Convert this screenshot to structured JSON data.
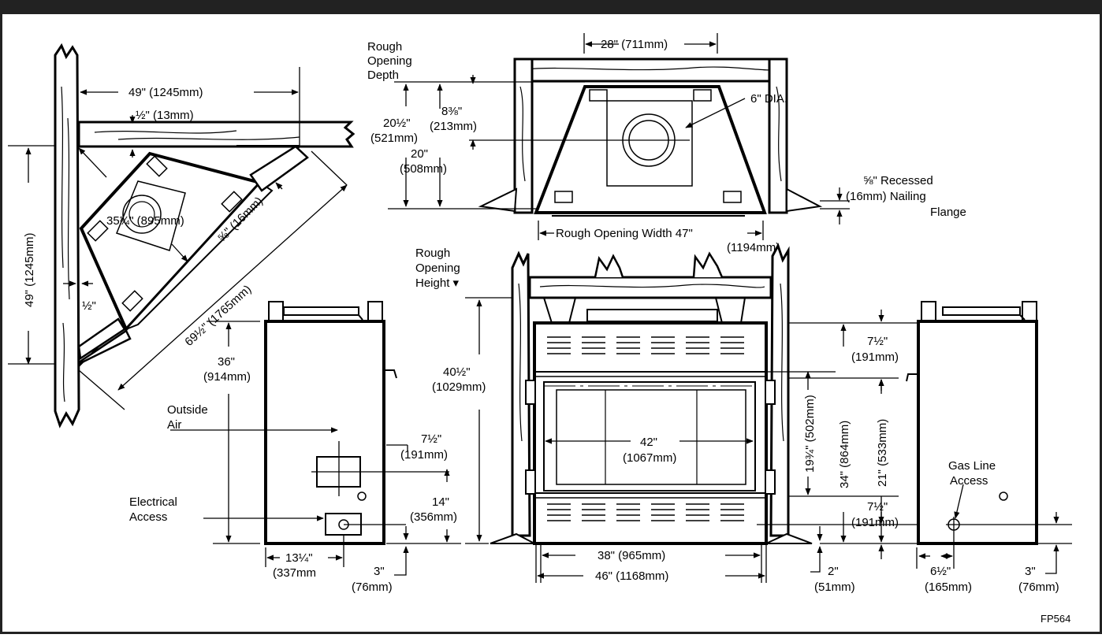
{
  "corner_view": {
    "width_49": "49\" (1245mm)",
    "half_13": "½\" (13mm)",
    "height_49": "49\" (1245mm)",
    "diag_35": "35¼\" (895mm)",
    "flange_16": "⅝\" (16mm)",
    "diag_69": "69½\" (1765mm)",
    "half_in": "½\""
  },
  "top_view": {
    "width_28": "28\" (711mm)",
    "rough_opening_depth": [
      "Rough",
      "Opening",
      "Depth"
    ],
    "depth_20_5": [
      "20½\"",
      "(521mm)"
    ],
    "depth_8_375": [
      "8⅜\"",
      "(213mm)"
    ],
    "depth_20": [
      "20\"",
      "(508mm)"
    ],
    "flue_dia": "6\" DIA.",
    "recessed_flange": [
      "⅝\"  Recessed",
      "(16mm)  Nailing",
      "Flange"
    ],
    "rough_opening_width": [
      "Rough Opening Width 47\"",
      "(1194mm)"
    ]
  },
  "left_side_view": {
    "height_36": [
      "36\"",
      "(914mm)"
    ],
    "outside_air": [
      "Outside",
      "Air"
    ],
    "offset_7_5": [
      "7½\"",
      "(191mm)"
    ],
    "electrical_access": [
      "Electrical",
      "Access"
    ],
    "height_14": [
      "14\"",
      "(356mm)"
    ],
    "width_13": [
      "13¼\"",
      "(337mm"
    ],
    "height_3": [
      "3\"",
      "(76mm)"
    ]
  },
  "front_view": {
    "rough_opening_height": [
      "Rough",
      "Opening",
      "Height ▾"
    ],
    "height_40_5": [
      "40½\"",
      "(1029mm)"
    ],
    "width_42": [
      "42\"",
      "(1067mm)"
    ],
    "top_7_5": [
      "7½\"",
      "(191mm)"
    ],
    "opening_19_75": "19¾\" (502mm)",
    "height_34": "34\" (864mm)",
    "height_21": "21\" (533mm)",
    "bottom_7_5": [
      "7½\"",
      "(191mm)"
    ],
    "width_38": "38\" (965mm)",
    "width_46": "46\" (1168mm)",
    "base_2": [
      "2\"",
      "(51mm)"
    ]
  },
  "right_side_view": {
    "gas_line_access": [
      "Gas Line",
      "Access"
    ],
    "offset_6_5": [
      "6½\"",
      "(165mm)"
    ],
    "height_3": [
      "3\"",
      "(76mm)"
    ]
  },
  "figure_code": "FP564"
}
